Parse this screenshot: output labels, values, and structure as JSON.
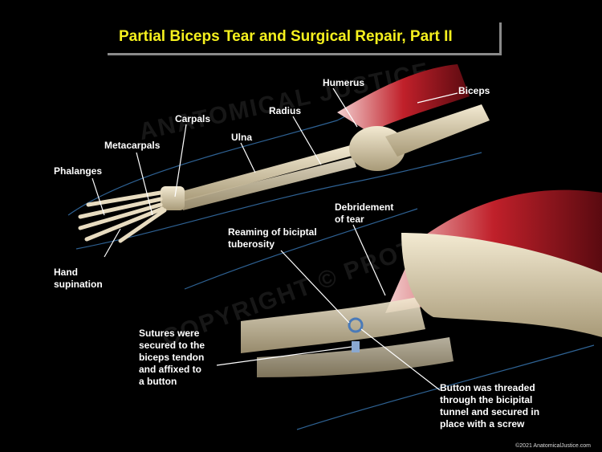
{
  "title": "Partial Biceps Tear and Surgical Repair, Part II",
  "labels": {
    "humerus": "Humerus",
    "biceps": "Biceps",
    "radius": "Radius",
    "carpals": "Carpals",
    "ulna": "Ulna",
    "metacarpals": "Metacarpals",
    "phalanges": "Phalanges",
    "debridement": [
      "Debridement",
      "of tear"
    ],
    "reaming": [
      "Reaming of biciptal",
      "tuberosity"
    ],
    "hand_supination": [
      "Hand",
      "supination"
    ],
    "sutures": [
      "Sutures were",
      "secured to the",
      "biceps tendon",
      "and affixed to",
      "a button"
    ],
    "button": [
      "Button was threaded",
      "through the bicipital",
      "tunnel and secured in",
      "place with a screw"
    ]
  },
  "watermark": [
    "ANATOMICAL JUSTICE",
    "COPYRIGHT © PROTECTED"
  ],
  "copyright": "©2021 AnatomicalJustice.com",
  "colors": {
    "title": "#f5f01e",
    "background": "#000000",
    "muscle": "#c0202a",
    "bone": "#e8dcc0"
  }
}
